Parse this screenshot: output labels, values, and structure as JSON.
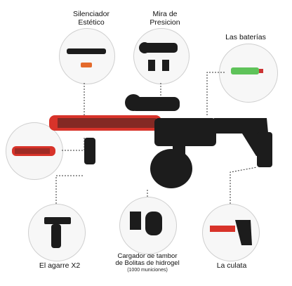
{
  "labels": {
    "silencer": "Silenciador\nEstético",
    "scope": "Mira de\nPresicion",
    "batteries": "Las baterías",
    "grip": "El agarre X2",
    "drum_magazine": "Cargador de tambor\nde Bolitas de hidrogel",
    "drum_capacity": "(1000 municiones)",
    "stock": "La culata"
  },
  "colors": {
    "accent_red": "#d8332a",
    "body_black": "#1c1c1c",
    "battery_green": "#5fc35a"
  },
  "icons": [
    "silencer-icon",
    "scope-icon",
    "battery-icon",
    "barrel-icon",
    "grip-icon",
    "magazine-icon",
    "stock-icon",
    "blaster-icon"
  ]
}
